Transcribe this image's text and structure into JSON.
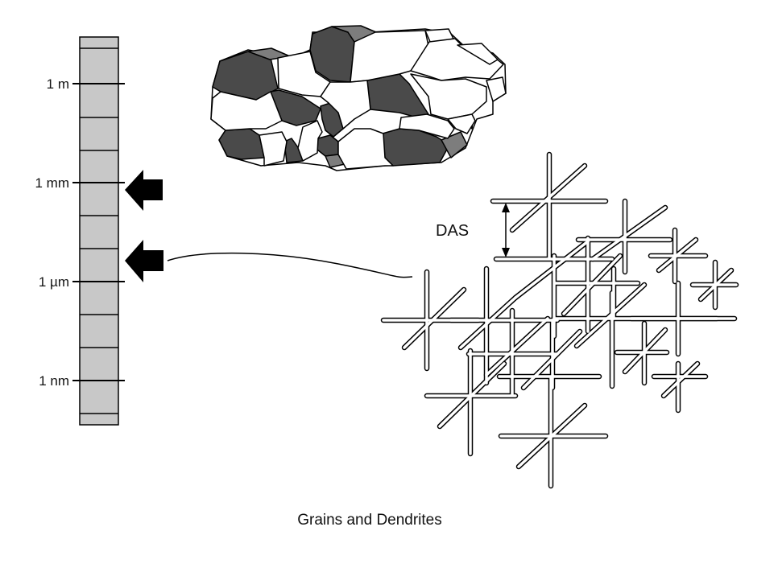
{
  "scale": {
    "labels": [
      "1 m",
      "1 mm",
      "1 µm",
      "1 nm"
    ],
    "bar_color": "#c8c8c8"
  },
  "diagram": {
    "spacing_label": "DAS",
    "caption": "Grains and Dendrites"
  },
  "colors": {
    "grain_dark": "#4a4a4a",
    "grain_mid": "#7d7d7d",
    "grain_light": "#ffffff",
    "outline": "#000000"
  },
  "icons": [
    "arrow-left-icon",
    "arrow-left-icon"
  ]
}
